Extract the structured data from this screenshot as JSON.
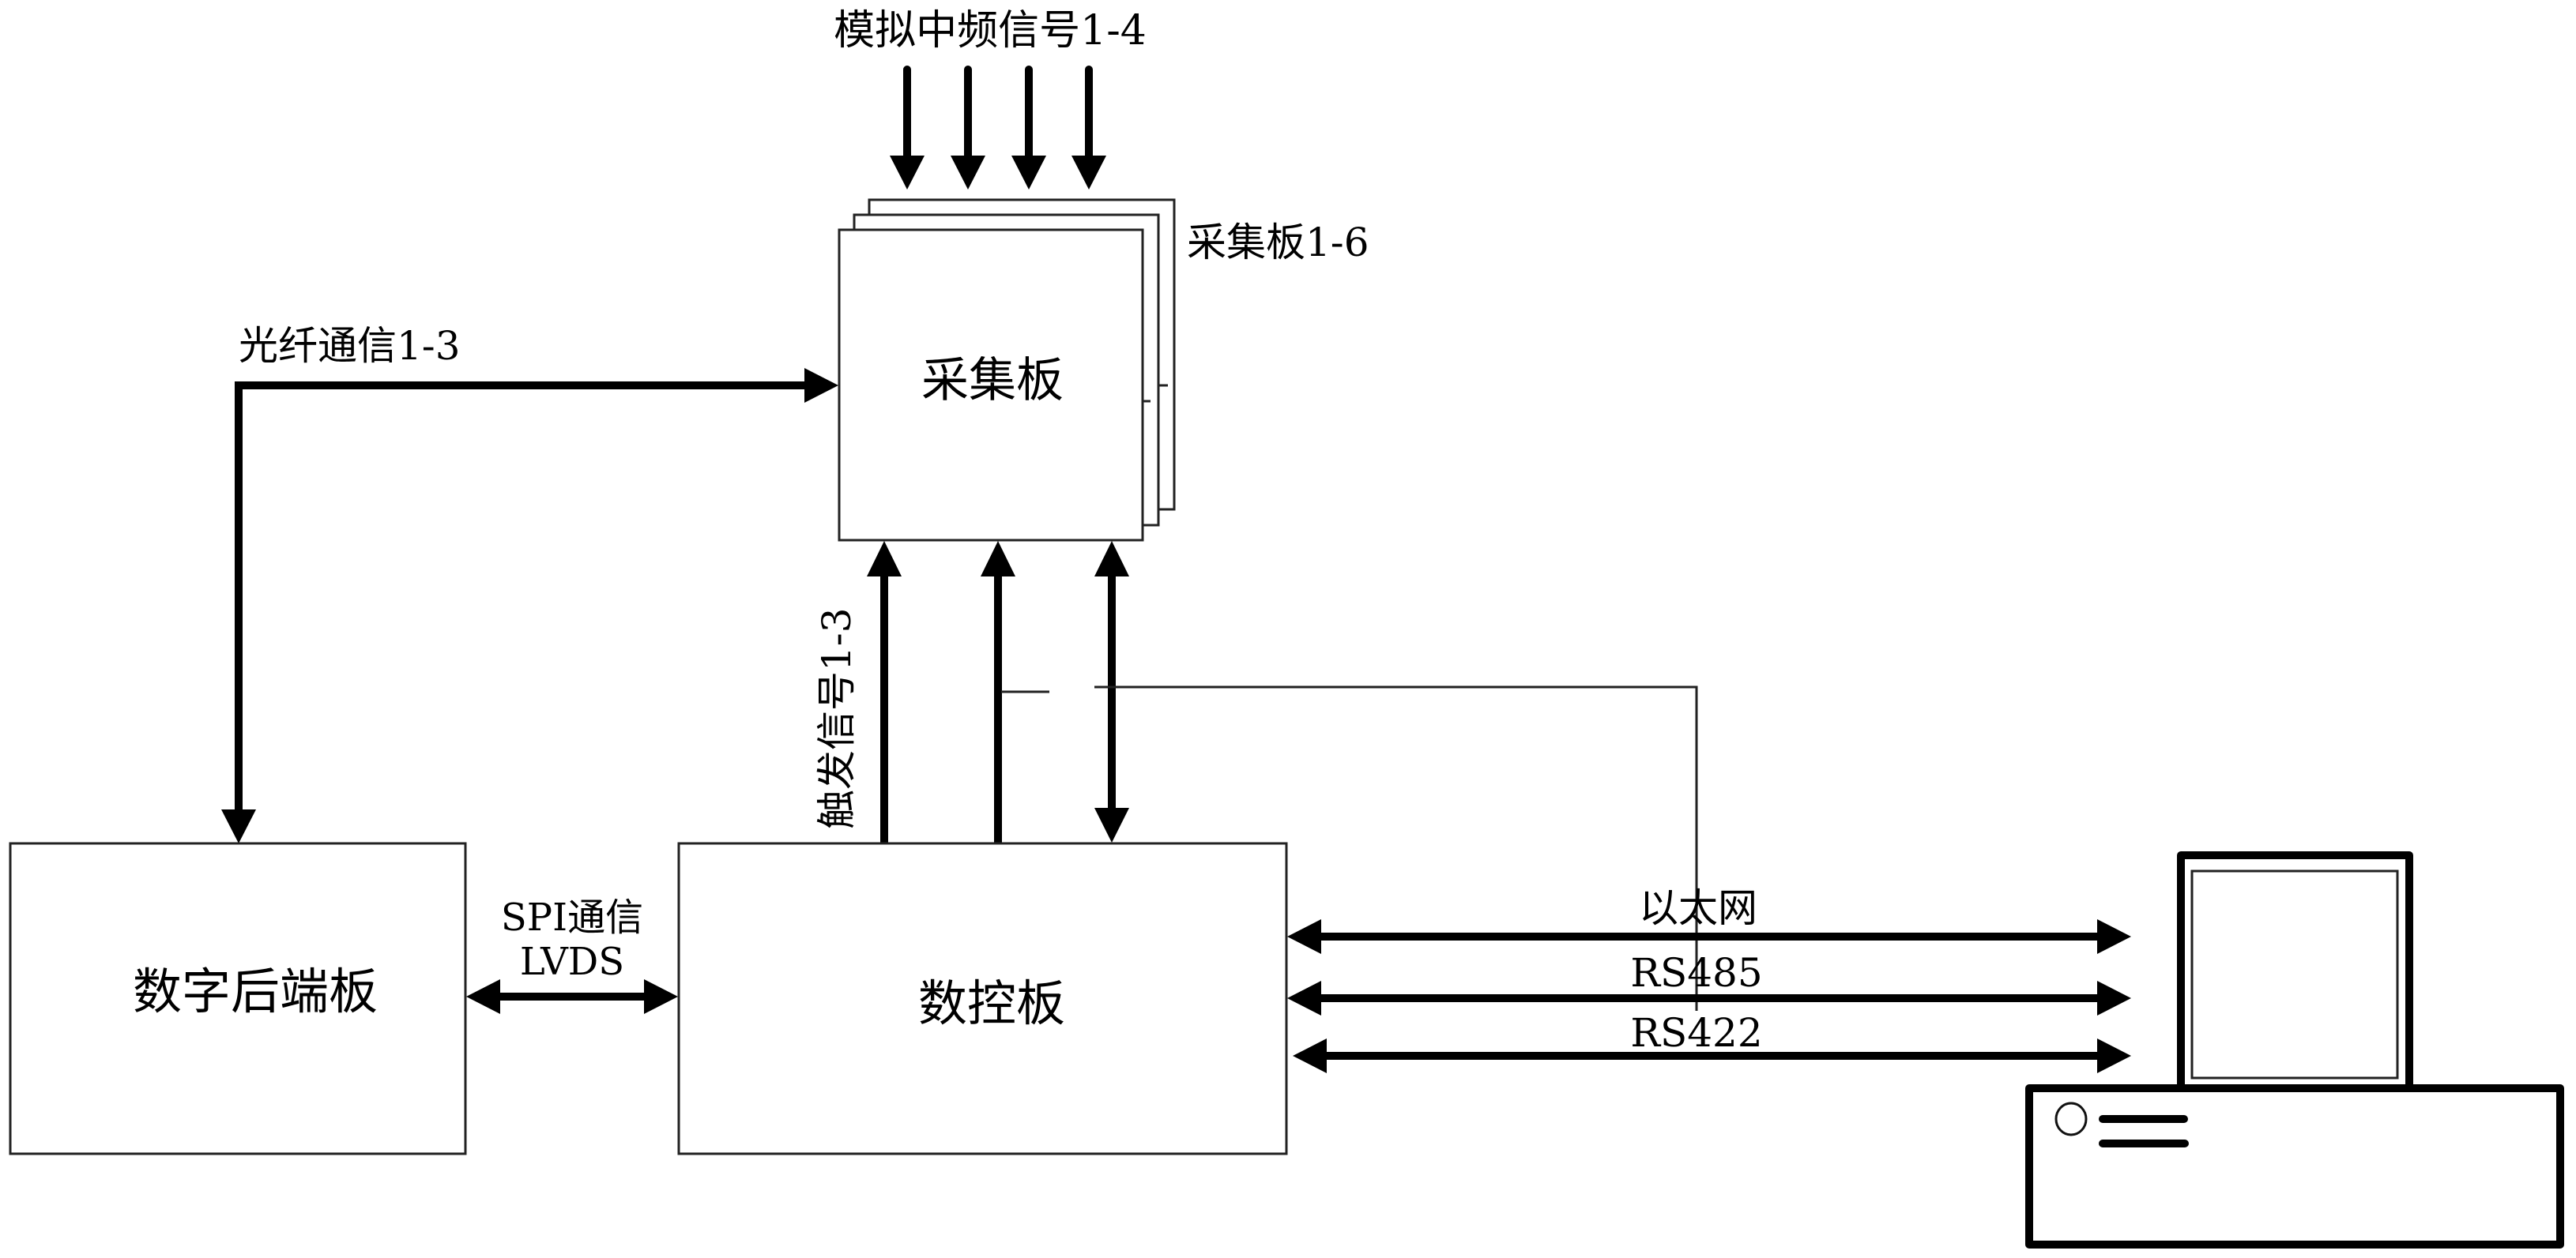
{
  "diagram": {
    "title": "",
    "colors": {
      "line": "#000000",
      "box_border": "#222222",
      "background": "#ffffff"
    },
    "nodes": {
      "acquisition_board": {
        "label": "采集板",
        "stack_label": "采集板1-6"
      },
      "digital_backend_board": {
        "label": "数字后端板"
      },
      "digital_control_board": {
        "label": "数控板"
      },
      "computer": {
        "label": "",
        "icon": "desktop-computer-icon"
      }
    },
    "edges": {
      "analog_if": {
        "label": "模拟中频信号1-4",
        "count": 4,
        "direction": "into acquisition board"
      },
      "fiber": {
        "label": "光纤通信1-3",
        "from": "digital_backend_board",
        "to": "acquisition_board",
        "direction": "bidirectional"
      },
      "trigger": {
        "label": "触发信号1-3",
        "from": "digital_control_board",
        "to": "acquisition_board"
      },
      "spi": {
        "label_line1": "SPI通信",
        "label_line2": "LVDS",
        "direction": "bidirectional"
      },
      "ethernet": {
        "label": "以太网",
        "direction": "bidirectional"
      },
      "rs485": {
        "label": "RS485",
        "direction": "bidirectional"
      },
      "rs422": {
        "label": "RS422",
        "direction": "bidirectional"
      }
    }
  }
}
